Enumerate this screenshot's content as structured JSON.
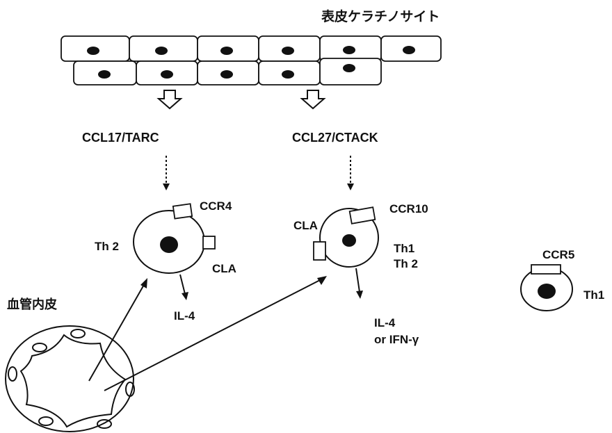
{
  "labels": {
    "keratinocyte": "表皮ケラチノサイト",
    "ccl17": "CCL17/TARC",
    "ccl27": "CCL27/CTACK",
    "ccr4": "CCR4",
    "th2_left": "Th 2",
    "cla_left": "CLA",
    "il4_left": "IL-4",
    "ccr10": "CCR10",
    "cla_mid": "CLA",
    "th1_mid": "Th1",
    "th2_mid": "Th 2",
    "il4_mid": "IL-4",
    "ifn_mid": "or IFN-γ",
    "ccr5": "CCR5",
    "th1_right": "Th1",
    "endothelium": "血管内皮"
  }
}
